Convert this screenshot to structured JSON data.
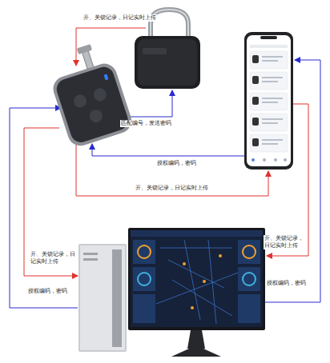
{
  "diagram": {
    "labels": [
      "开、关锁记录，日记实时上传",
      "匹配编号，发送密码",
      "授权编码，密码",
      "开、关锁记录，日记实时上传",
      "开、关锁记录，日记实时上传",
      "开、关锁记录，日记实时上传",
      "授权编码，密码",
      "授权编码，密码"
    ]
  }
}
